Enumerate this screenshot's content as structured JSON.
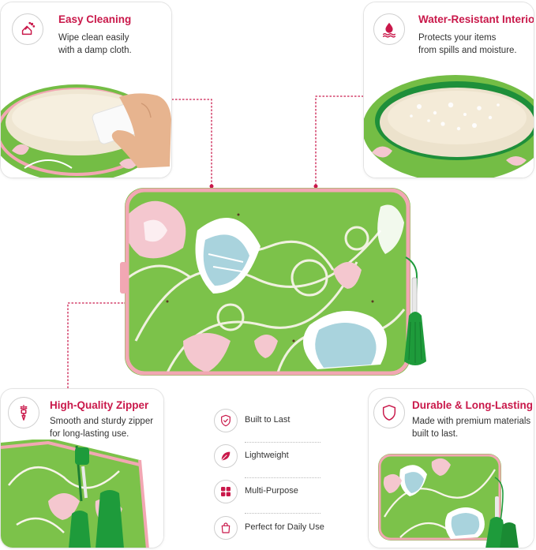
{
  "panels": {
    "easy_cleaning": {
      "title": "Easy Cleaning",
      "description": "Wipe clean easily\nwith a damp cloth.",
      "icon": "cleaning-hand-icon"
    },
    "water_resistant": {
      "title": "Water-Resistant Interior",
      "description": "Protects your items\nfrom spills and moisture.",
      "icon": "water-drop-icon"
    },
    "zipper": {
      "title": "High-Quality Zipper",
      "description": "Smooth and sturdy zipper\nfor long-lasting use.",
      "icon": "zipper-icon"
    },
    "durable": {
      "title": "Durable & Long-Lasting",
      "description": "Made with premium materials\nbuilt to last.",
      "icon": "shield-icon"
    }
  },
  "features": [
    {
      "label": "Built to Last",
      "icon": "shield-check-icon"
    },
    {
      "label": "Lightweight",
      "icon": "leaf-icon"
    },
    {
      "label": "Multi-Purpose",
      "icon": "grid-icon"
    },
    {
      "label": "Perfect for Daily Use",
      "icon": "bag-icon"
    }
  ],
  "colors": {
    "accent": "#c9184a",
    "bag_green": "#7cc24a",
    "piping_pink": "#f2a7b3",
    "tassel_green": "#1e9b3b"
  }
}
